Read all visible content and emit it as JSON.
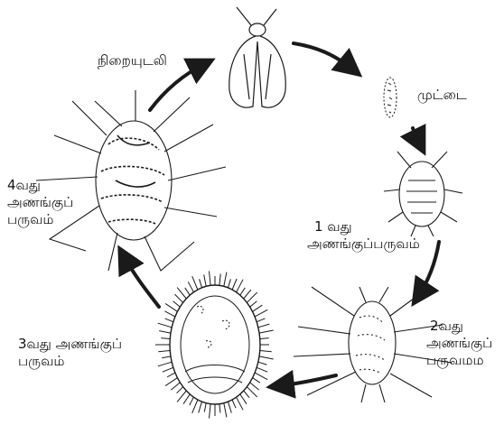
{
  "stages": {
    "adult": "நிறையுடலி",
    "egg": "முட்டை",
    "nymph1": {
      "line1": "1   வது",
      "line2": "அணங்குப்பருவம்"
    },
    "nymph2": {
      "line1": "2வது",
      "line2": "அணங்குப்",
      "line3": "பருவமம"
    },
    "nymph3": {
      "line1": "3வது   அணங்குப்",
      "line2": "பருவம்"
    },
    "nymph4": {
      "line1": "4வது",
      "line2": "அணங்குப்",
      "line3": "பருவம்"
    }
  },
  "colors": {
    "ink": "#1a1a1a",
    "arrow": "#1a1a1a",
    "background": "#ffffff"
  }
}
